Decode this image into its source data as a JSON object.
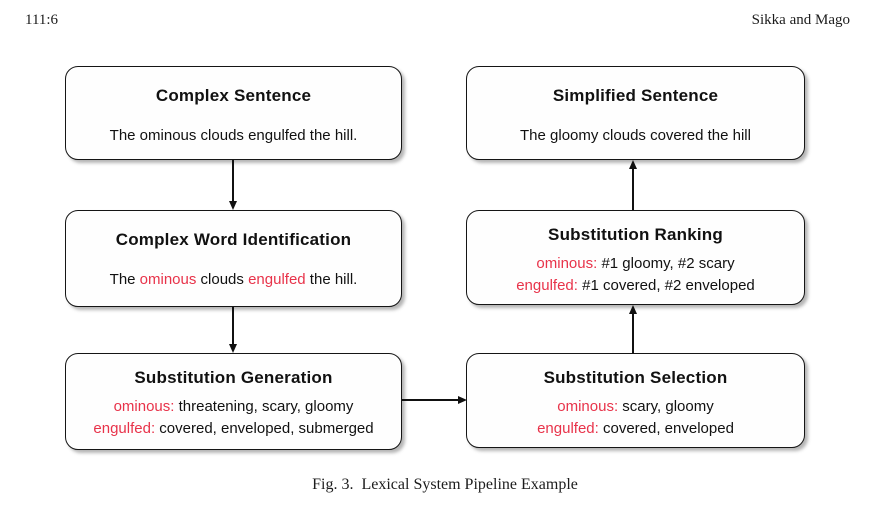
{
  "page": {
    "header_left": "111:6",
    "header_right": "Sikka and Mago",
    "caption": "Fig. 3.  Lexical System Pipeline Example"
  },
  "colors": {
    "highlight_red": "#e8334a",
    "box_border": "#151515",
    "background": "#ffffff"
  },
  "diagram": {
    "boxes": [
      {
        "id": "complex-sentence",
        "title": "Complex Sentence",
        "lines": [
          [
            {
              "text": "The ominous clouds engulfed the hill.",
              "red": false
            }
          ]
        ]
      },
      {
        "id": "complex-word-identification",
        "title": "Complex Word Identification",
        "lines": [
          [
            {
              "text": "The ",
              "red": false
            },
            {
              "text": "ominous",
              "red": true
            },
            {
              "text": " clouds ",
              "red": false
            },
            {
              "text": "engulfed",
              "red": true
            },
            {
              "text": " the hill.",
              "red": false
            }
          ]
        ]
      },
      {
        "id": "substitution-generation",
        "title": "Substitution Generation",
        "lines": [
          [
            {
              "text": "ominous:",
              "red": true
            },
            {
              "text": " threatening, scary, gloomy",
              "red": false
            }
          ],
          [
            {
              "text": "engulfed:",
              "red": true
            },
            {
              "text": " covered, enveloped, submerged",
              "red": false
            }
          ]
        ]
      },
      {
        "id": "substitution-selection",
        "title": "Substitution Selection",
        "lines": [
          [
            {
              "text": "ominous:",
              "red": true
            },
            {
              "text": " scary, gloomy",
              "red": false
            }
          ],
          [
            {
              "text": "engulfed:",
              "red": true
            },
            {
              "text": " covered, enveloped",
              "red": false
            }
          ]
        ]
      },
      {
        "id": "substitution-ranking",
        "title": "Substitution Ranking",
        "lines": [
          [
            {
              "text": "ominous:",
              "red": true
            },
            {
              "text": " #1 gloomy, #2 scary",
              "red": false
            }
          ],
          [
            {
              "text": "engulfed:",
              "red": true
            },
            {
              "text": " #1 covered, #2 enveloped",
              "red": false
            }
          ]
        ]
      },
      {
        "id": "simplified-sentence",
        "title": "Simplified Sentence",
        "lines": [
          [
            {
              "text": "The gloomy clouds covered the hill",
              "red": false
            }
          ]
        ]
      }
    ],
    "arrows": [
      {
        "from": "complex-sentence",
        "to": "complex-word-identification",
        "direction": "down"
      },
      {
        "from": "complex-word-identification",
        "to": "substitution-generation",
        "direction": "down"
      },
      {
        "from": "substitution-generation",
        "to": "substitution-selection",
        "direction": "right"
      },
      {
        "from": "substitution-selection",
        "to": "substitution-ranking",
        "direction": "up"
      },
      {
        "from": "substitution-ranking",
        "to": "simplified-sentence",
        "direction": "up"
      }
    ]
  }
}
